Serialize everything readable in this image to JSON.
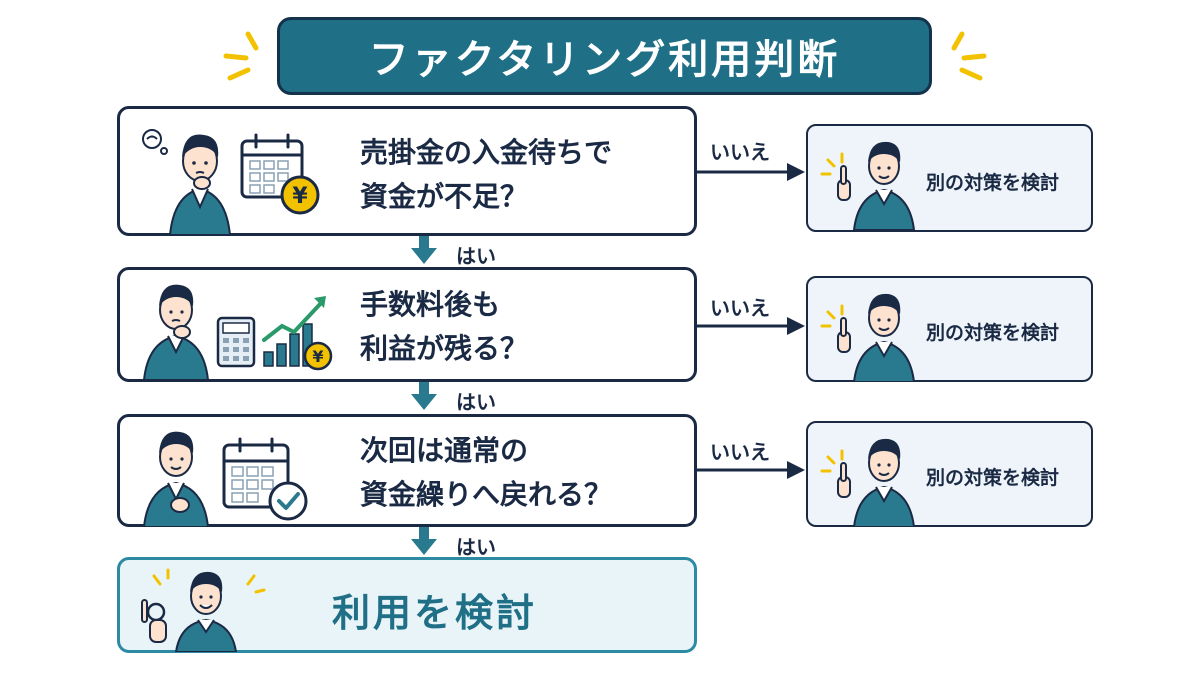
{
  "title": "ファクタリング利用判断",
  "questions": [
    {
      "line1": "売掛金の入金待ちで",
      "line2": "資金が不足？",
      "no_label": "いいえ",
      "no_action": "別の対策を検討",
      "yes_label": "はい"
    },
    {
      "line1": "手数料後も",
      "line2": "利益が残る？",
      "no_label": "いいえ",
      "no_action": "別の対策を検討",
      "yes_label": "はい"
    },
    {
      "line1": "次回は通常の",
      "line2": "資金繰りへ戻れる？",
      "no_label": "いいえ",
      "no_action": "別の対策を検討",
      "yes_label": "はい"
    }
  ],
  "result": "利用を検討",
  "icons": [
    "thinking-person-icon",
    "calendar-yen-icon",
    "calculator-icon",
    "growth-chart-yen-icon",
    "calendar-check-icon",
    "pointing-person-icon",
    "ok-sign-person-icon"
  ],
  "colors": {
    "accent": "#1f6f87",
    "dark": "#1b2a44",
    "spark": "#f2c200",
    "no_box_bg": "#eef4fa"
  }
}
